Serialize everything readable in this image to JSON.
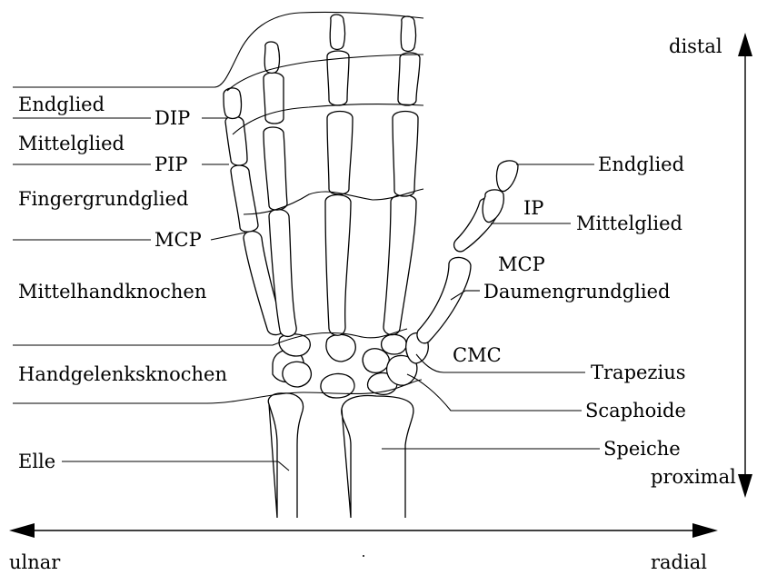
{
  "labels": {
    "distal": "distal",
    "proximal": "proximal",
    "ulnar": "ulnar",
    "radial": "radial",
    "finger_distal_phalanx": "Endglied",
    "dip": "DIP",
    "finger_middle_phalanx": "Mittelglied",
    "pip": "PIP",
    "finger_proximal_phalanx": "Fingergrundglied",
    "mcp_finger": "MCP",
    "metacarpals": "Mittelhandknochen",
    "carpals": "Handgelenksknochen",
    "ulna": "Elle",
    "thumb_distal_phalanx": "Endglied",
    "ip": "IP",
    "thumb_middle_phalanx": "Mittelglied",
    "mcp_thumb": "MCP",
    "thumb_proximal_phalanx": "Daumengrundglied",
    "cmc": "CMC",
    "trapezium": "Trapezius",
    "scaphoid": "Scaphoide",
    "radius": "Speiche"
  }
}
